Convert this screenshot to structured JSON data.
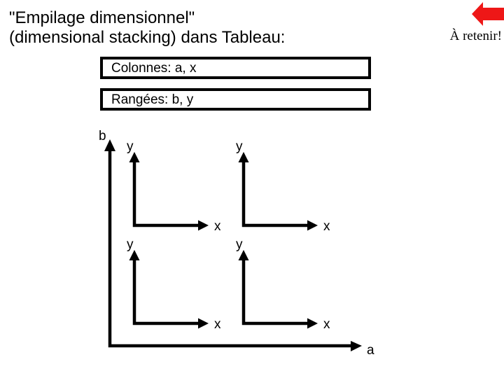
{
  "colors": {
    "accent_red": "#ee1717",
    "ink": "#000000"
  },
  "slide": {
    "title_line1": "\"Empilage dimensionnel\"",
    "title_line2": "(dimensional stacking) dans Tableau:",
    "note_label": "À retenir!"
  },
  "shelves": {
    "columns_label": "Colonnes: a, x",
    "rows_label": "Rangées: b, y"
  },
  "diagram": {
    "outer_vertical_label": "b",
    "outer_horizontal_label": "a",
    "inner_vertical_label": "y",
    "inner_horizontal_label": "x"
  }
}
